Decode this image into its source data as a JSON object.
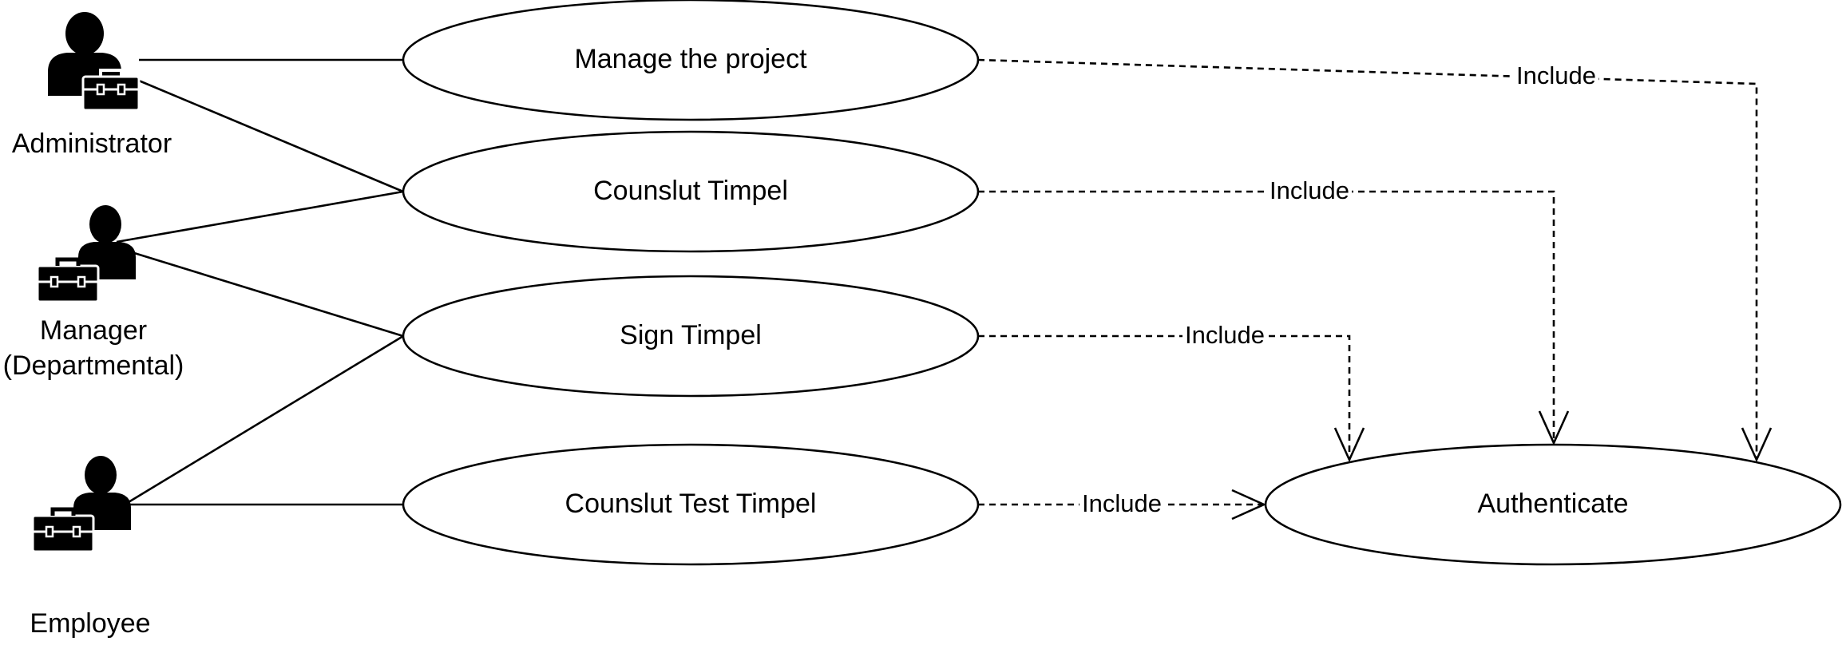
{
  "diagram": {
    "actors": [
      {
        "id": "administrator",
        "lines": [
          "Administrator"
        ]
      },
      {
        "id": "manager",
        "lines": [
          "Manager",
          "(Departmental)"
        ]
      },
      {
        "id": "employee",
        "lines": [
          "Employee"
        ]
      }
    ],
    "use_cases": [
      {
        "id": "manage",
        "label": "Manage the project"
      },
      {
        "id": "consult",
        "label": "Counslut Timpel"
      },
      {
        "id": "sign",
        "label": "Sign Timpel"
      },
      {
        "id": "consult_test",
        "label": "Counslut Test Timpel"
      },
      {
        "id": "authenticate",
        "label": "Authenticate"
      }
    ],
    "associations": [
      {
        "actor": "administrator",
        "use_case": "manage"
      },
      {
        "actor": "administrator",
        "use_case": "consult"
      },
      {
        "actor": "manager",
        "use_case": "consult"
      },
      {
        "actor": "manager",
        "use_case": "sign"
      },
      {
        "actor": "employee",
        "use_case": "sign"
      },
      {
        "actor": "employee",
        "use_case": "consult_test"
      }
    ],
    "includes": [
      {
        "from": "manage",
        "to": "authenticate",
        "label": "Include"
      },
      {
        "from": "consult",
        "to": "authenticate",
        "label": "Include"
      },
      {
        "from": "sign",
        "to": "authenticate",
        "label": "Include"
      },
      {
        "from": "consult_test",
        "to": "authenticate",
        "label": "Include"
      }
    ],
    "icons": {
      "administrator": "administrator-icon",
      "manager": "manager-icon",
      "employee": "employee-icon"
    }
  }
}
